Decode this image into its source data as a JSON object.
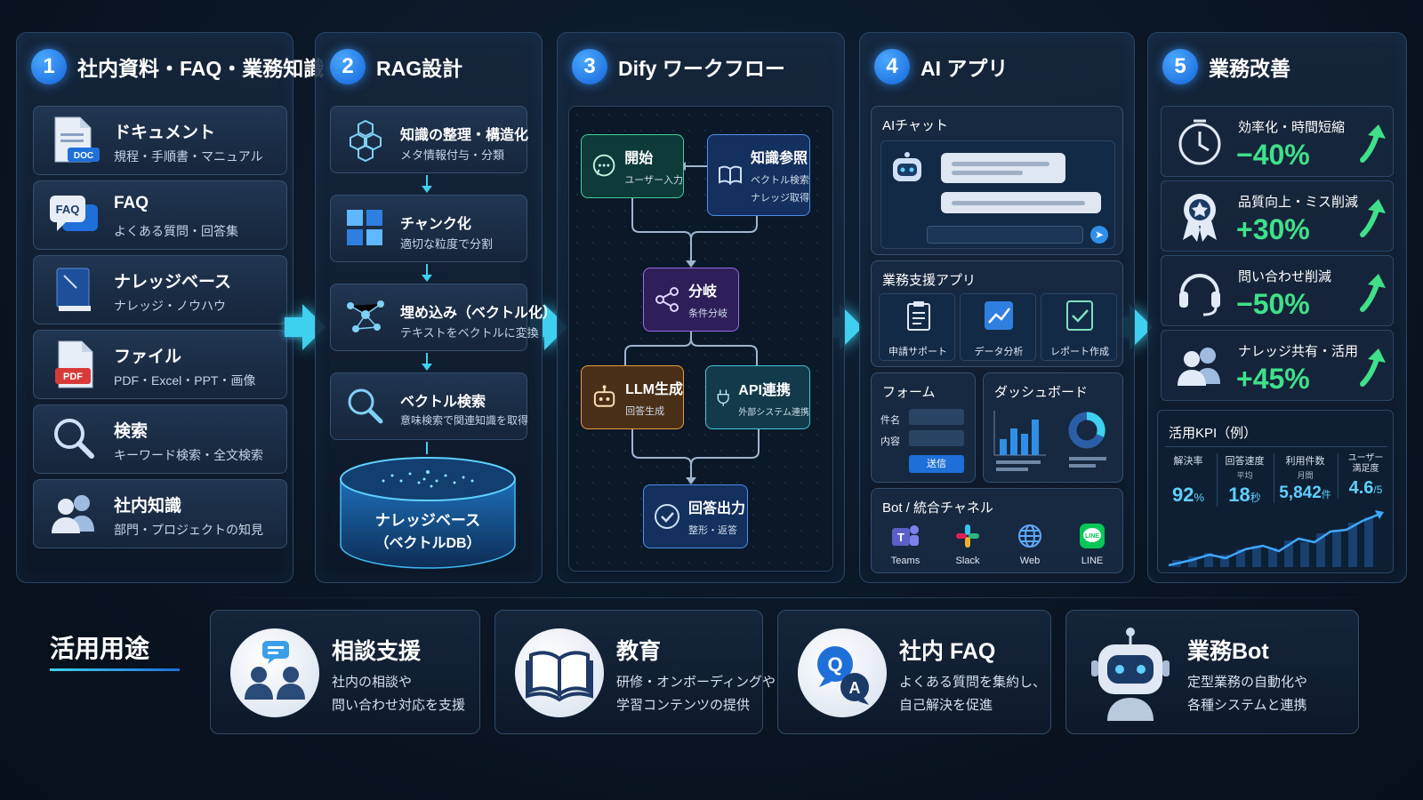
{
  "columns": [
    {
      "num": "1",
      "title": "社内資料・FAQ・業務知識",
      "items": [
        {
          "title": "ドキュメント",
          "sub": "規程・手順書・マニュアル",
          "icon": "document-icon",
          "badge": "DOC"
        },
        {
          "title": "FAQ",
          "sub": "よくある質問・回答集",
          "icon": "faq-icon",
          "badge": "FAQ"
        },
        {
          "title": "ナレッジベース",
          "sub": "ナレッジ・ノウハウ",
          "icon": "book-icon"
        },
        {
          "title": "ファイル",
          "sub": "PDF・Excel・PPT・画像",
          "icon": "pdf-file-icon",
          "badge": "PDF"
        },
        {
          "title": "検索",
          "sub": "キーワード検索・全文検索",
          "icon": "search-icon"
        },
        {
          "title": "社内知識",
          "sub": "部門・プロジェクトの知見",
          "icon": "people-icon"
        }
      ]
    },
    {
      "num": "2",
      "title": "RAG設計",
      "items": [
        {
          "title": "知識の整理・構造化",
          "sub": "メタ情報付与・分類",
          "icon": "cubes-icon"
        },
        {
          "title": "チャンク化",
          "sub": "適切な粒度で分割",
          "icon": "grid-icon"
        },
        {
          "title": "埋め込み（ベクトル化）",
          "sub": "テキストをベクトルに変換",
          "icon": "network-icon"
        },
        {
          "title": "ベクトル検索",
          "sub": "意味検索で関連知識を取得",
          "icon": "magnifier-icon"
        }
      ],
      "db_line1": "ナレッジベース",
      "db_line2": "（ベクトルDB）"
    },
    {
      "num": "3",
      "title": "Dify ワークフロー",
      "nodes": {
        "start": {
          "title": "開始",
          "sub": "ユーザー入力"
        },
        "knowledge": {
          "title": "知識参照",
          "sub1": "ベクトル検索",
          "sub2": "ナレッジ取得"
        },
        "branch": {
          "title": "分岐",
          "sub": "条件分岐"
        },
        "llm": {
          "title": "LLM生成",
          "sub": "回答生成"
        },
        "api": {
          "title": "API連携",
          "sub": "外部システム連携"
        },
        "output": {
          "title": "回答出力",
          "sub": "整形・返答"
        }
      }
    },
    {
      "num": "4",
      "title": "AI アプリ",
      "chat_title": "AIチャット",
      "support_title": "業務支援アプリ",
      "support_items": [
        "申請サポート",
        "データ分析",
        "レポート作成"
      ],
      "form_title": "フォーム",
      "form_fields": [
        "件名",
        "内容"
      ],
      "form_submit": "送信",
      "dashboard_title": "ダッシュボード",
      "channel_title": "Bot / 統合チャネル",
      "channels": [
        "Teams",
        "Slack",
        "Web",
        "LINE"
      ],
      "line_badge": "LINE"
    },
    {
      "num": "5",
      "title": "業務改善",
      "kpis": [
        {
          "label": "効率化・時間短縮",
          "value": "−40%",
          "icon": "clock-icon"
        },
        {
          "label": "品質向上・ミス削減",
          "value": "+30%",
          "icon": "award-icon"
        },
        {
          "label": "問い合わせ削減",
          "value": "−50%",
          "icon": "headset-icon"
        },
        {
          "label": "ナレッジ共有・活用",
          "value": "+45%",
          "icon": "team-icon"
        }
      ],
      "kpi_panel_title": "活用KPI（例）",
      "kpi_cols": [
        {
          "head": "解決率",
          "sub": "",
          "value": "92",
          "unit": "%"
        },
        {
          "head": "回答速度",
          "sub": "平均",
          "value": "18",
          "unit": "秒"
        },
        {
          "head": "利用件数",
          "sub": "月間",
          "value": "5,842",
          "unit": "件"
        },
        {
          "head": "ユーザー満足度",
          "sub": "",
          "value": "4.6",
          "unit": "/5"
        }
      ]
    }
  ],
  "usage": {
    "title": "活用用途",
    "cards": [
      {
        "title": "相談支援",
        "line1": "社内の相談や",
        "line2": "問い合わせ対応を支援",
        "icon": "consultation-icon"
      },
      {
        "title": "教育",
        "line1": "研修・オンボーディングや",
        "line2": "学習コンテンツの提供",
        "icon": "open-book-icon"
      },
      {
        "title": "社内 FAQ",
        "line1": "よくある質問を集約し、",
        "line2": "自己解決を促進",
        "icon": "qa-icon"
      },
      {
        "title": "業務Bot",
        "line1": "定型業務の自動化や",
        "line2": "各種システムと連携",
        "icon": "robot-icon"
      }
    ]
  },
  "colors": {
    "accent": "#3fd0f0",
    "positive": "#3fe08a",
    "brand_blue": "#1f7ae0"
  }
}
